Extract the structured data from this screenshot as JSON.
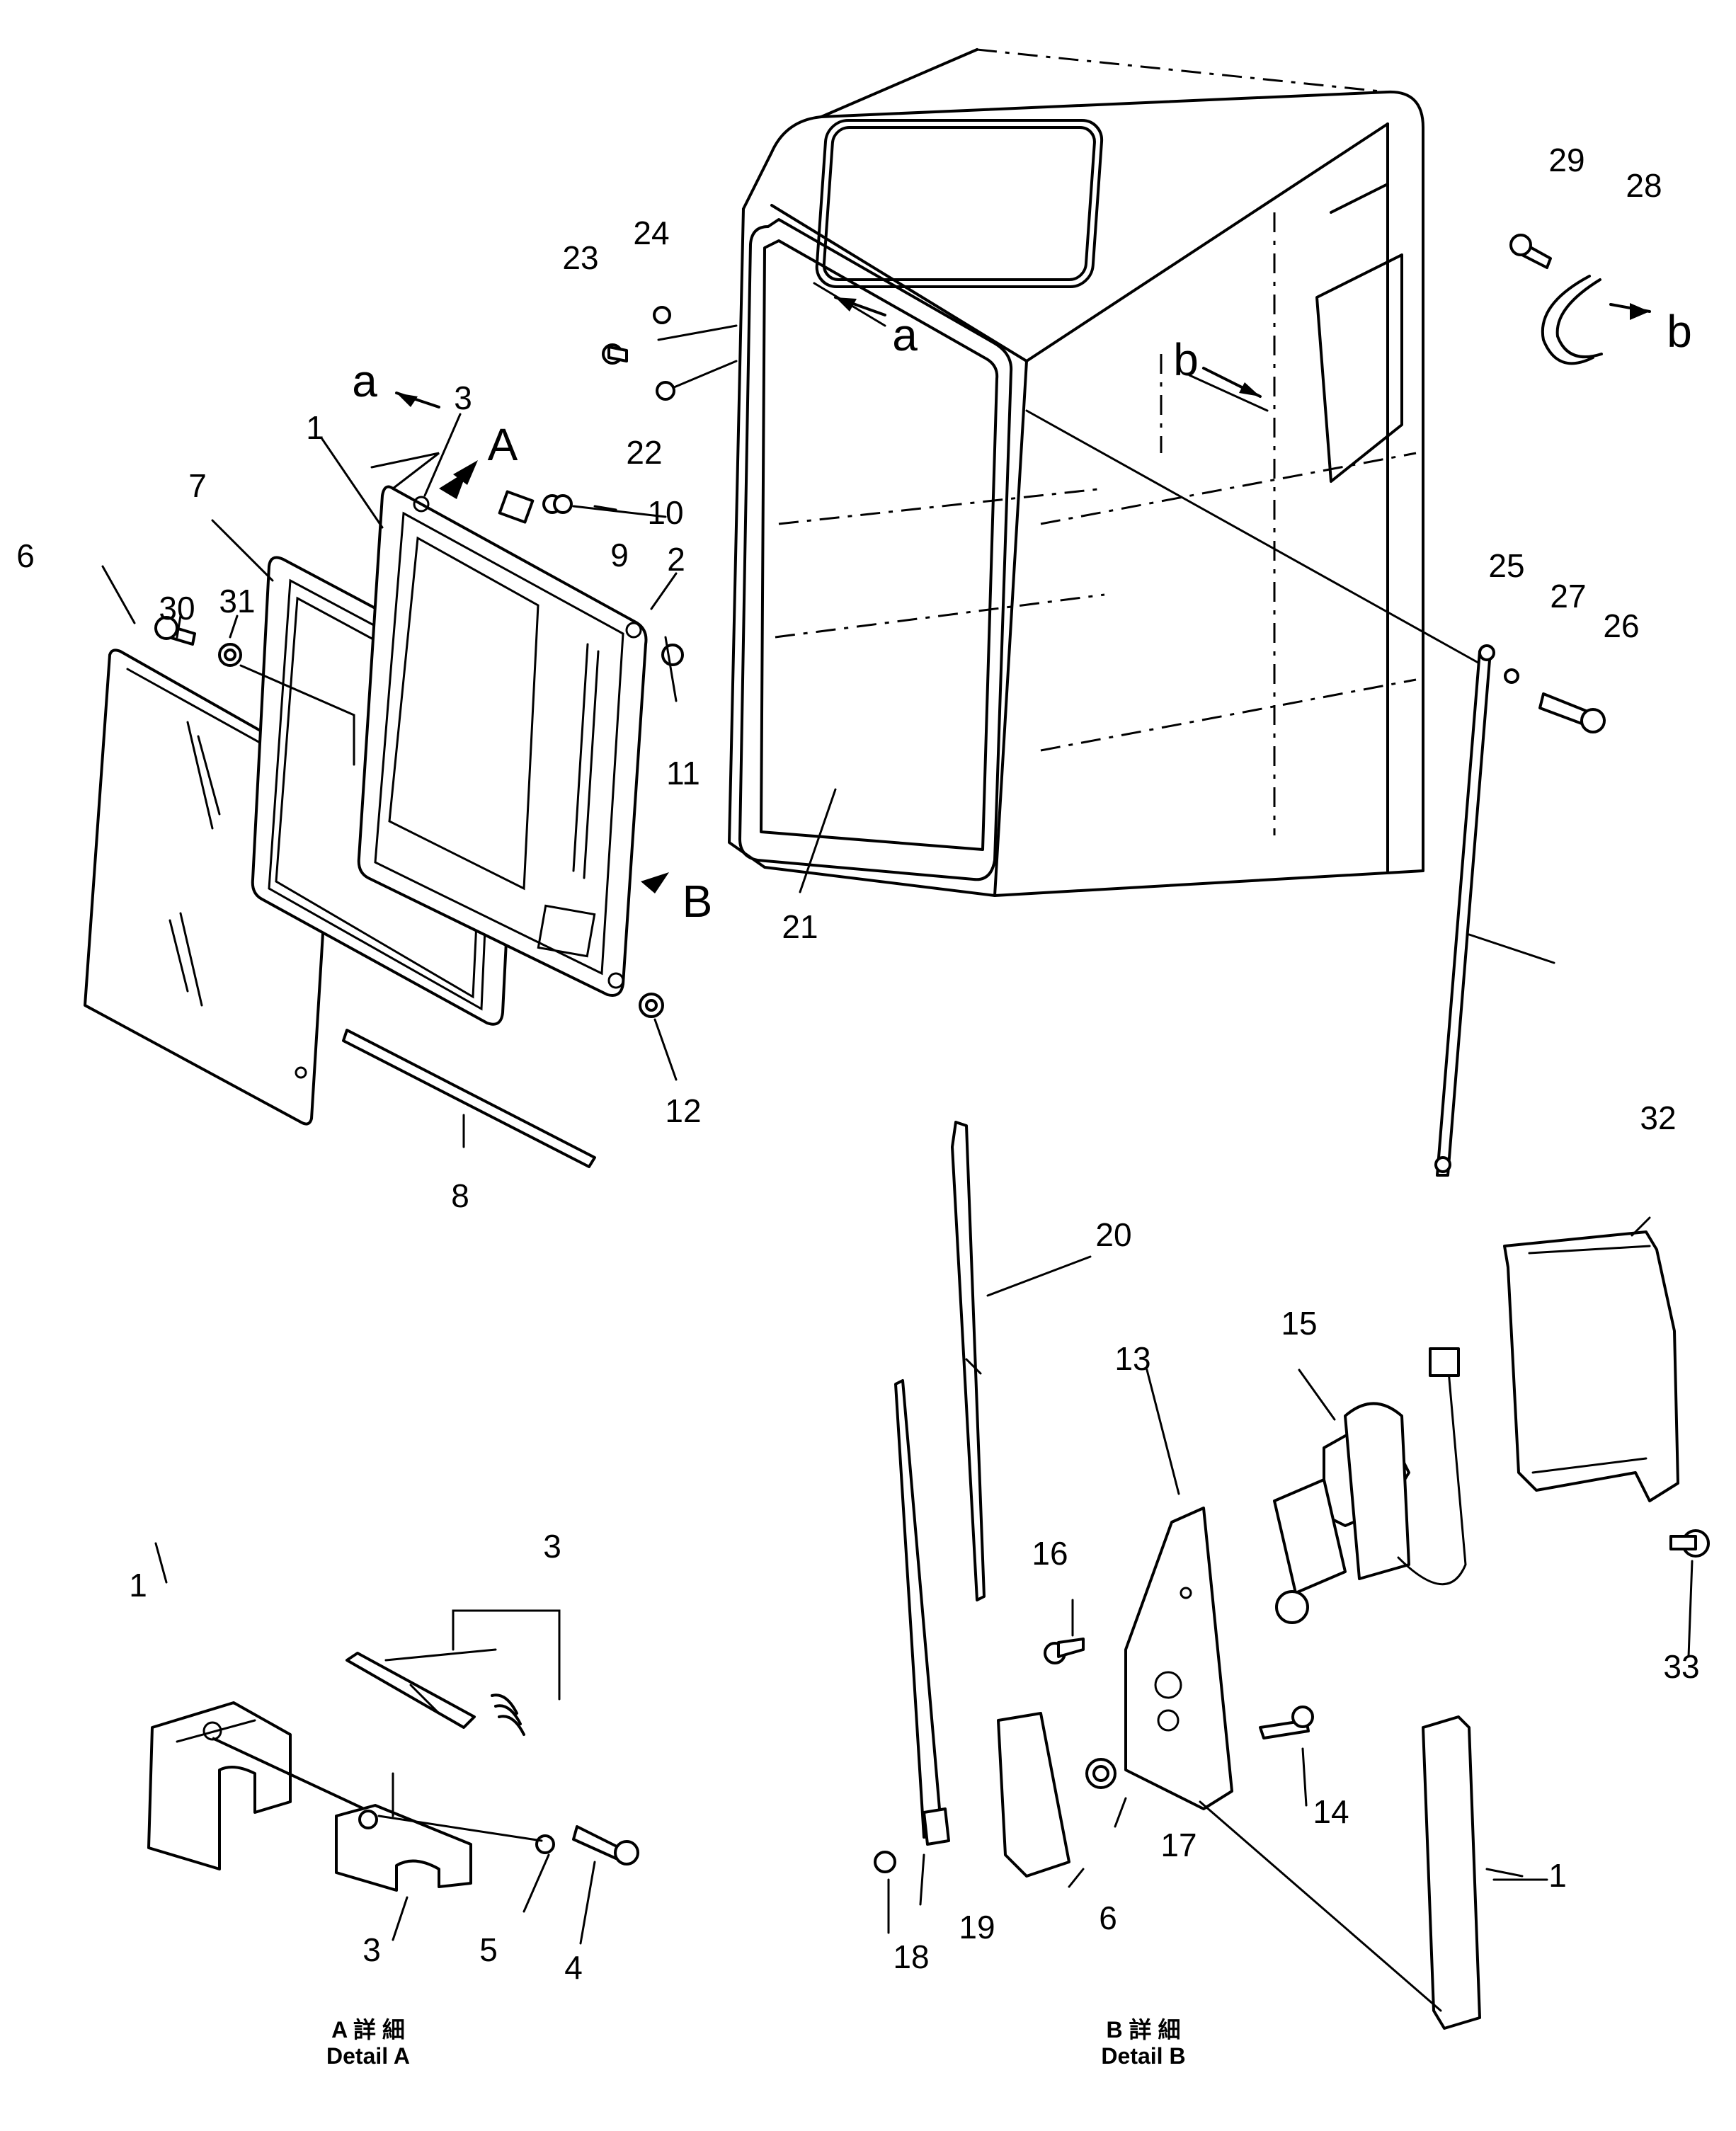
{
  "drawing": {
    "part_numbers": {
      "p1": "1",
      "p2": "2",
      "p3": "3",
      "p6": "6",
      "p7": "7",
      "p8": "8",
      "p9": "9",
      "p10": "10",
      "p11": "11",
      "p12": "12",
      "p21": "21",
      "p22": "22",
      "p23": "23",
      "p24": "24",
      "p25": "25",
      "p26": "26",
      "p27": "27",
      "p28": "28",
      "p29": "29",
      "p30": "30",
      "p31": "31",
      "p32": "32",
      "p33": "33"
    },
    "view_markers": {
      "a1": "a",
      "a2": "a",
      "b1": "b",
      "b2": "b",
      "A": "A",
      "B": "B"
    },
    "detail_a": {
      "labels": {
        "p1": "1",
        "p3a": "3",
        "p3b": "3",
        "p4": "4",
        "p5": "5"
      },
      "caption_jp": "A 詳 細",
      "caption_en": "Detail A"
    },
    "detail_b": {
      "labels": {
        "p1": "1",
        "p6": "6",
        "p13": "13",
        "p14": "14",
        "p15": "15",
        "p16": "16",
        "p17": "17",
        "p18": "18",
        "p19": "19",
        "p20": "20"
      },
      "caption_jp": "B 詳 細",
      "caption_en": "Detail B"
    }
  }
}
